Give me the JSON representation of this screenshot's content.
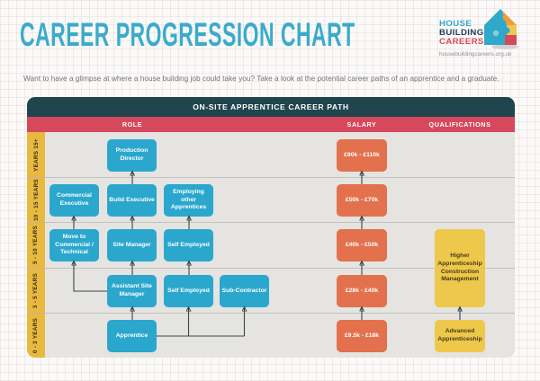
{
  "colors": {
    "brand-teal": "#3BABCB",
    "logo-teal": "#2FA9C9",
    "logo-navy": "#22405A",
    "logo-red": "#D6495B",
    "logo-orange": "#F29C38",
    "logo-yellow": "#EFC94C",
    "panel-header-bg": "#20454E",
    "column-bar-bg": "#D6485C",
    "row-bg": "#E5E4E1",
    "band-bg": "#E9B93F",
    "role-box-bg": "#2BA7CE",
    "salary-box-bg": "#E3714D",
    "qual-box-bg": "#EDC84B",
    "arrow": "#37474C"
  },
  "header": {
    "title": "CAREER PROGRESSION CHART",
    "intro": "Want to have a glimpse at where a house building job could take you? Take a look at the potential career paths of an apprentice and a graduate.",
    "logo": {
      "word1": "HOUSE",
      "word2": "BUILDING",
      "word3": "CAREERS",
      "url": "housebuildingcareers.org.uk",
      "icon": "puzzle-house-icon"
    }
  },
  "panel": {
    "title": "ON-SITE APPRENTICE CAREER PATH",
    "columns": {
      "role": "ROLE",
      "salary": "SALARY",
      "qualifications": "QUALIFICATIONS"
    },
    "year_bands": [
      "YEARS 15+",
      "10 - 15 YEARS",
      "5 - 10 YEARS",
      "3 - 5 YEARS",
      "0 - 3 YEARS"
    ],
    "roles": {
      "production_director": "Production Director",
      "commercial_executive": "Commercial Executive",
      "build_executive": "Build Executive",
      "employing_other_apprentices": "Employing other Apprentices",
      "move_to_commercial_technical": "Move to Commercial / Technical",
      "site_manager": "Site Manager",
      "self_employed_5_10": "Self Employed",
      "assistant_site_manager": "Assistant Site Manager",
      "self_employed_3_5": "Self Employed",
      "sub_contractor": "Sub-Contractor",
      "apprentice": "Apprentice"
    },
    "salaries": [
      "£90k - £110k",
      "£50k - £70k",
      "£40k - £50k",
      "£28k - £40k",
      "£9.5k - £18k"
    ],
    "qualifications": {
      "higher": "Higher Apprenticeship Construction Management",
      "advanced": "Advanced Apprenticeship"
    }
  }
}
